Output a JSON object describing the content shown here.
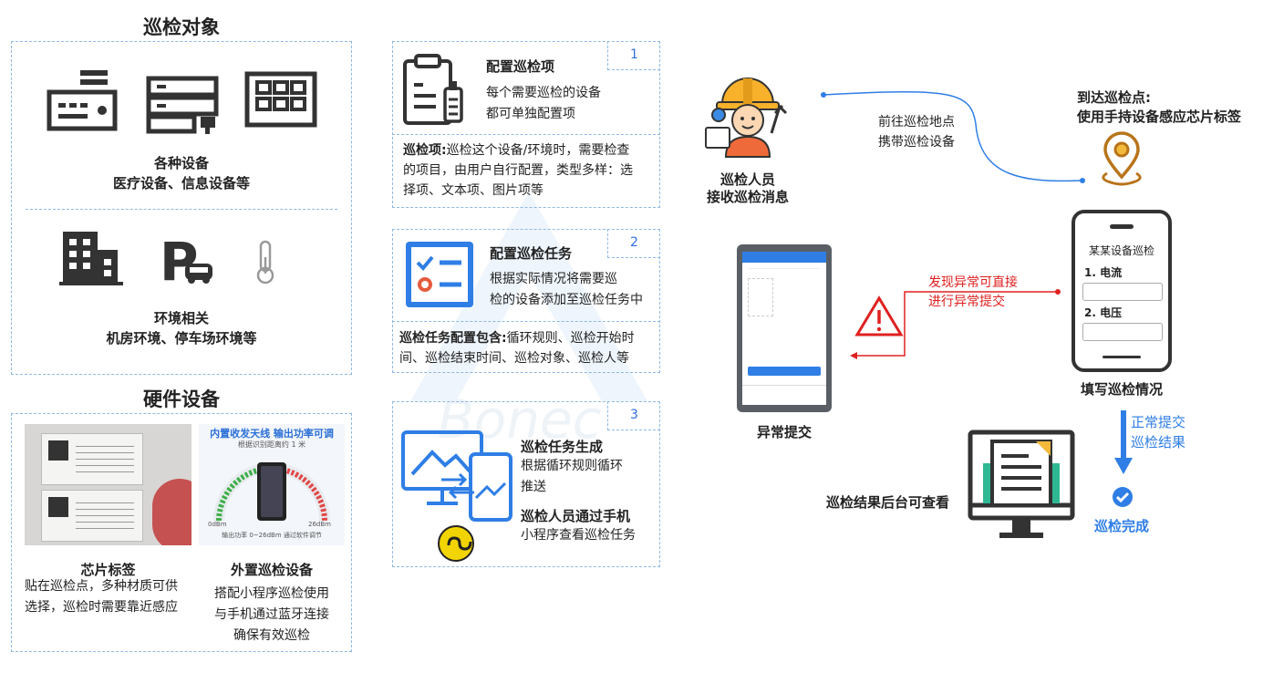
{
  "objects": {
    "title": "巡检对象",
    "devices_label": "各种设备",
    "devices_sub": "医疗设备、信息设备等",
    "env_label": "环境相关",
    "env_sub": "机房环境、停车场环境等"
  },
  "hardware": {
    "title": "硬件设备",
    "banner": "内置收发天线 输出功率可调",
    "banner_sub": "根据识别距离约 1 米",
    "gauge_left": "0dBm",
    "gauge_right": "26dBm",
    "gauge_note": "输出功率 0~26dBm 通过软件调节",
    "chip_title": "芯片标签",
    "chip_desc1": "贴在巡检点，多种材质可供",
    "chip_desc2": "选择，巡检时需要靠近感应",
    "ext_title": "外置巡检设备",
    "ext_desc1": "搭配小程序巡检使用",
    "ext_desc2": "与手机通过蓝牙连接",
    "ext_desc3": "确保有效巡检"
  },
  "steps": [
    {
      "num": "1",
      "title": "配置巡检项",
      "desc1": "每个需要巡检的设备",
      "desc2": "都可单独配置项",
      "note_bold": "巡检项:",
      "note1": "巡检这个设备/环境时，需要检查",
      "note2": "的项目，由用户自行配置，类型多样：选",
      "note3": "择项、文本项、图片项等"
    },
    {
      "num": "2",
      "title": "配置巡检任务",
      "desc1": "根据实际情况将需要巡",
      "desc2": "检的设备添加至巡检任务中",
      "note_bold": "巡检任务配置包含:",
      "note1": "循环规则、巡检开始时",
      "note2": "间、巡检结束时间、巡检对象、巡检人等"
    },
    {
      "num": "3",
      "title": "巡检任务生成",
      "desc1": "根据循环规则循环",
      "desc2": "推送",
      "title2": "巡检人员通过手机",
      "desc3": "小程序查看巡检任务"
    }
  ],
  "flow": {
    "worker1": "巡检人员",
    "worker2": "接收巡检消息",
    "go1": "前往巡检地点",
    "go2": "携带巡检设备",
    "arrive1": "到达巡检点:",
    "arrive2": "使用手持设备感应芯片标签",
    "phone_title": "某某设备巡检",
    "field1": "1. 电流",
    "field2": "2. 电压",
    "fill": "填写巡检情况",
    "abnormal1": "发现异常可直接",
    "abnormal2": "进行异常提交",
    "abnormal_submit": "异常提交",
    "normal1": "正常提交",
    "normal2": "巡检结果",
    "done": "巡检完成",
    "backend": "巡检结果后台可查看"
  },
  "colors": {
    "blue": "#2f7ee6",
    "red": "#e02020",
    "dash": "#8fb8e3"
  }
}
